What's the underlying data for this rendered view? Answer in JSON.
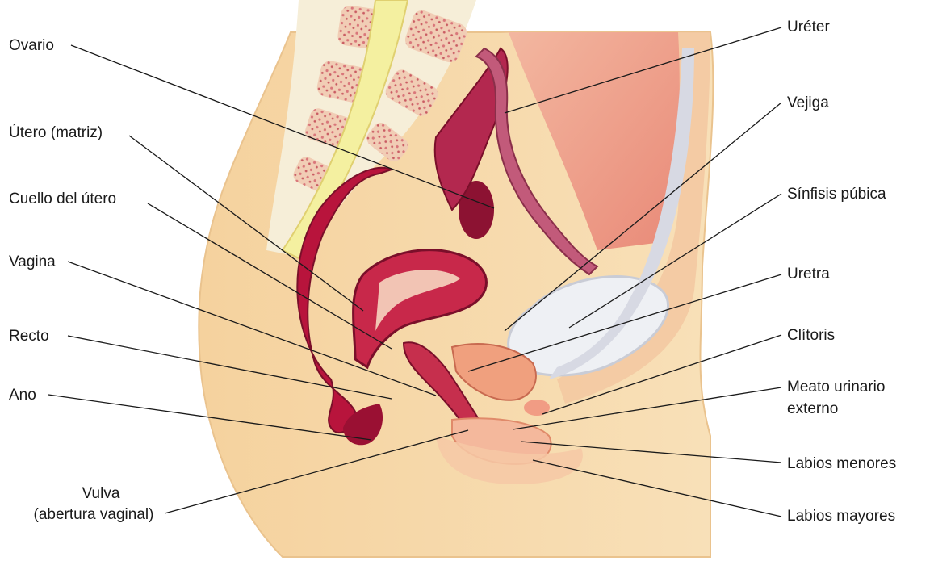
{
  "labels_left": [
    {
      "id": "ovario",
      "text": "Ovario"
    },
    {
      "id": "utero",
      "text": "Útero (matriz)"
    },
    {
      "id": "cuello",
      "text": "Cuello del útero"
    },
    {
      "id": "vagina",
      "text": "Vagina"
    },
    {
      "id": "recto",
      "text": "Recto"
    },
    {
      "id": "ano",
      "text": "Ano"
    },
    {
      "id": "vulva",
      "text": "Vulva"
    },
    {
      "id": "vulva2",
      "text": "(abertura vaginal)"
    }
  ],
  "labels_right": [
    {
      "id": "ureter",
      "text": "Uréter"
    },
    {
      "id": "vejiga",
      "text": "Vejiga"
    },
    {
      "id": "sinfisis",
      "text": "Sínfisis púbica"
    },
    {
      "id": "uretra",
      "text": "Uretra"
    },
    {
      "id": "clitoris",
      "text": "Clítoris"
    },
    {
      "id": "meato",
      "text": "Meato urinario"
    },
    {
      "id": "meato2",
      "text": "externo"
    },
    {
      "id": "lmenores",
      "text": "Labios menores"
    },
    {
      "id": "lmayores",
      "text": "Labios mayores"
    }
  ],
  "colors": {
    "skin": "#f6d7a6",
    "skin_dark": "#e8b87e",
    "tissue": "#f2b29a",
    "muscle": "#f0a48c",
    "organ_red": "#b8143c",
    "organ_deep": "#7a0f2a",
    "bone": "#f3e6c8",
    "bladder": "#eeeef2",
    "leader_line": "#1a1a1a"
  }
}
